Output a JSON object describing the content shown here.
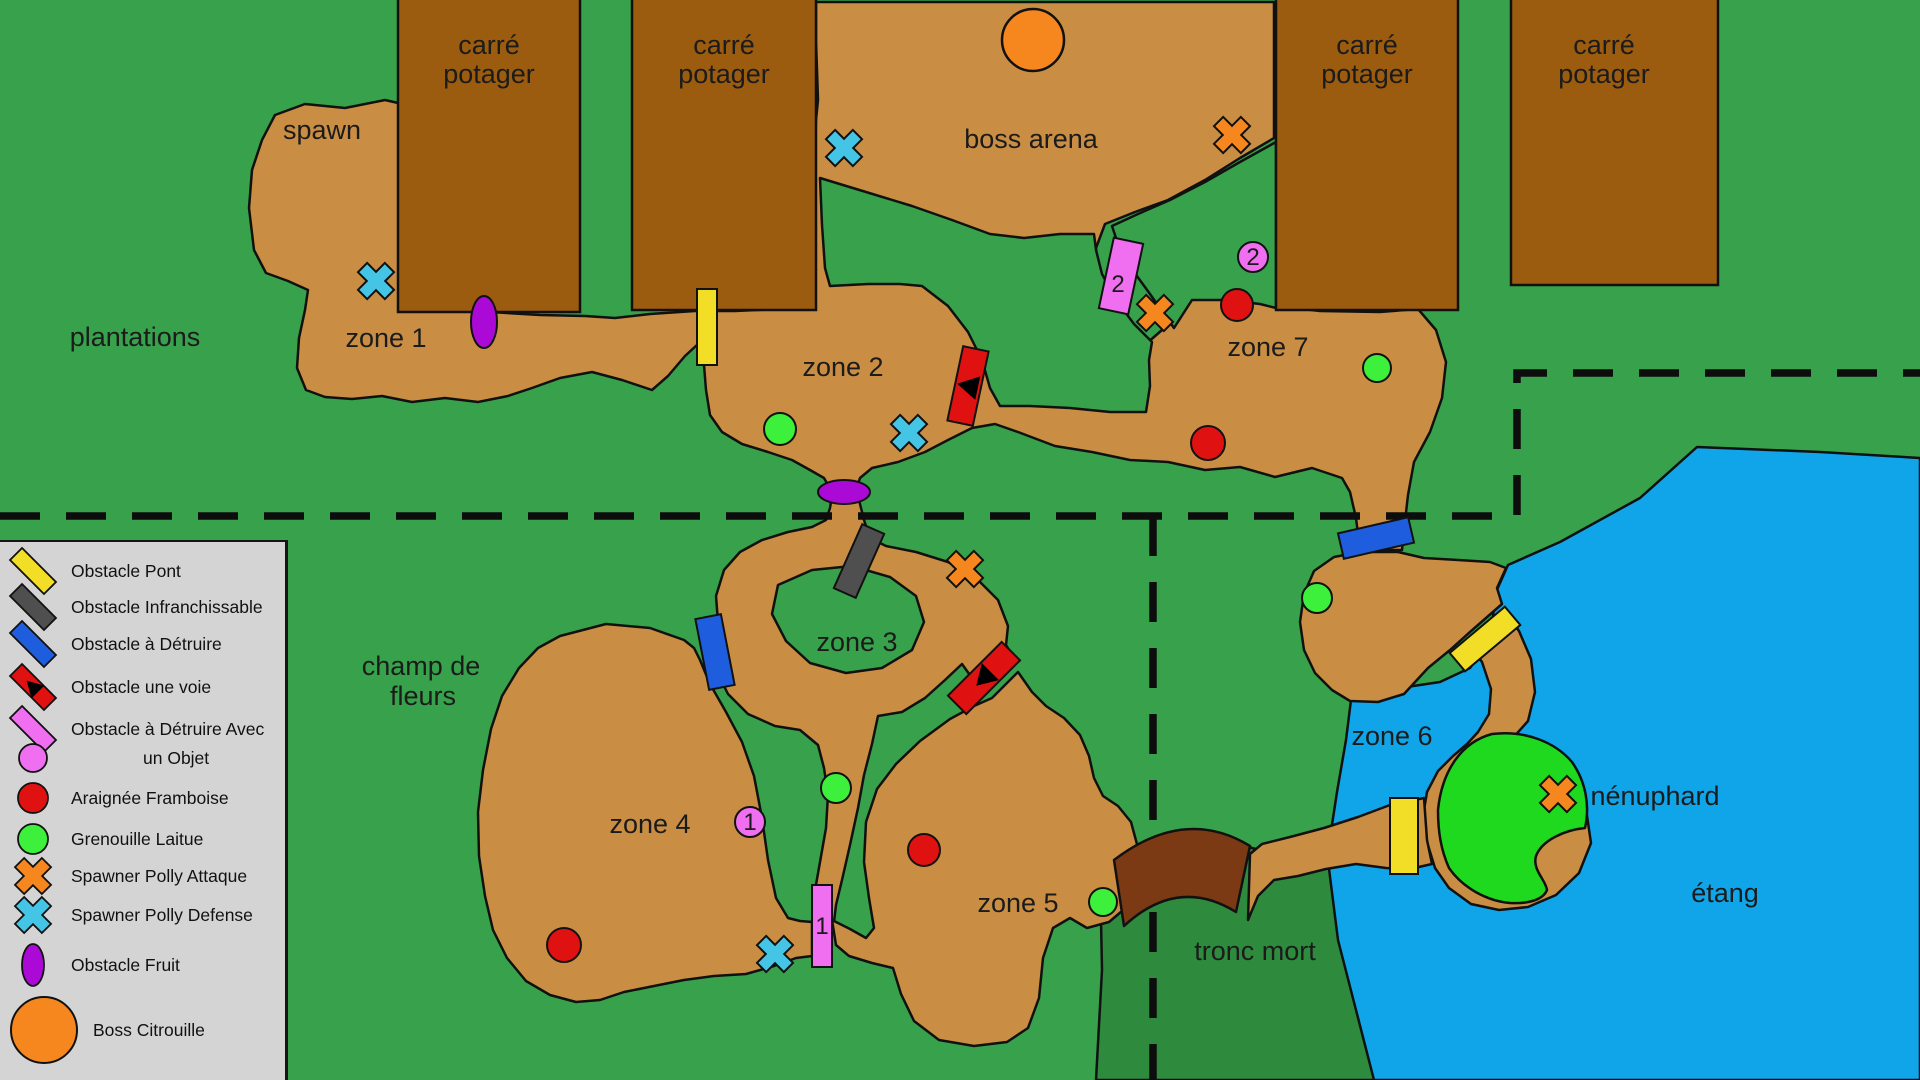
{
  "labels": {
    "plantations": "plantations",
    "spawn": "spawn",
    "zone1": "zone 1",
    "zone2": "zone 2",
    "zone3": "zone 3",
    "zone4": "zone 4",
    "zone5": "zone 5",
    "zone6": "zone 6",
    "zone7": "zone 7",
    "boss_arena": "boss arena",
    "champ_de_fleurs_line1": "champ de",
    "champ_de_fleurs_line2": "fleurs",
    "tronc_mort": "tronc mort",
    "nenuphard": "nénuphard",
    "etang": "étang",
    "carre_line1": "carré",
    "carre_line2": "potager"
  },
  "marker_numbers": {
    "pink_bar_1": "1",
    "pink_circle_1": "1",
    "pink_bar_2": "2",
    "pink_circle_2": "2"
  },
  "legend": {
    "items": [
      {
        "icon": "bridge-obstacle-icon",
        "label": "Obstacle Pont",
        "color": "#f2de26"
      },
      {
        "icon": "impassable-obstacle-icon",
        "label": "Obstacle Infranchissable",
        "color": "#4f4f4f"
      },
      {
        "icon": "destructible-obstacle-icon",
        "label": "Obstacle à Détruire",
        "color": "#1e5ede"
      },
      {
        "icon": "one-way-obstacle-icon",
        "label": "Obstacle une voie",
        "color": "#e01111"
      },
      {
        "icon": "destructible-with-object-obstacle-icon",
        "label": "Obstacle à Détruire Avec",
        "color": "#f06ef0"
      },
      {
        "icon": "object-marker-icon",
        "label": "un Objet",
        "color": "#f06ef0"
      },
      {
        "icon": "raspberry-spider-icon",
        "label": "Araignée Framboise",
        "color": "#e01111"
      },
      {
        "icon": "lettuce-frog-icon",
        "label": "Grenouille Laitue",
        "color": "#3cf03c"
      },
      {
        "icon": "polly-attack-spawner-icon",
        "label": "Spawner Polly Attaque",
        "color": "#f6871f"
      },
      {
        "icon": "polly-defense-spawner-icon",
        "label": "Spawner Polly Defense",
        "color": "#45c5e5"
      },
      {
        "icon": "fruit-obstacle-icon",
        "label": "Obstacle Fruit",
        "color": "#ab0ad6"
      },
      {
        "icon": "pumpkin-boss-icon",
        "label": "Boss Citrouille",
        "color": "#f6871f"
      }
    ]
  },
  "colors": {
    "grass": "#37a24b",
    "dark_grass": "#2e8b3e",
    "path_tan": "#c98e44",
    "garden_brown": "#9c5c0f",
    "dead_log_brown": "#7b3a13",
    "pond_blue": "#10a5e9",
    "legend_gray": "#d4d4d4",
    "lily_green": "#1fd91f"
  }
}
